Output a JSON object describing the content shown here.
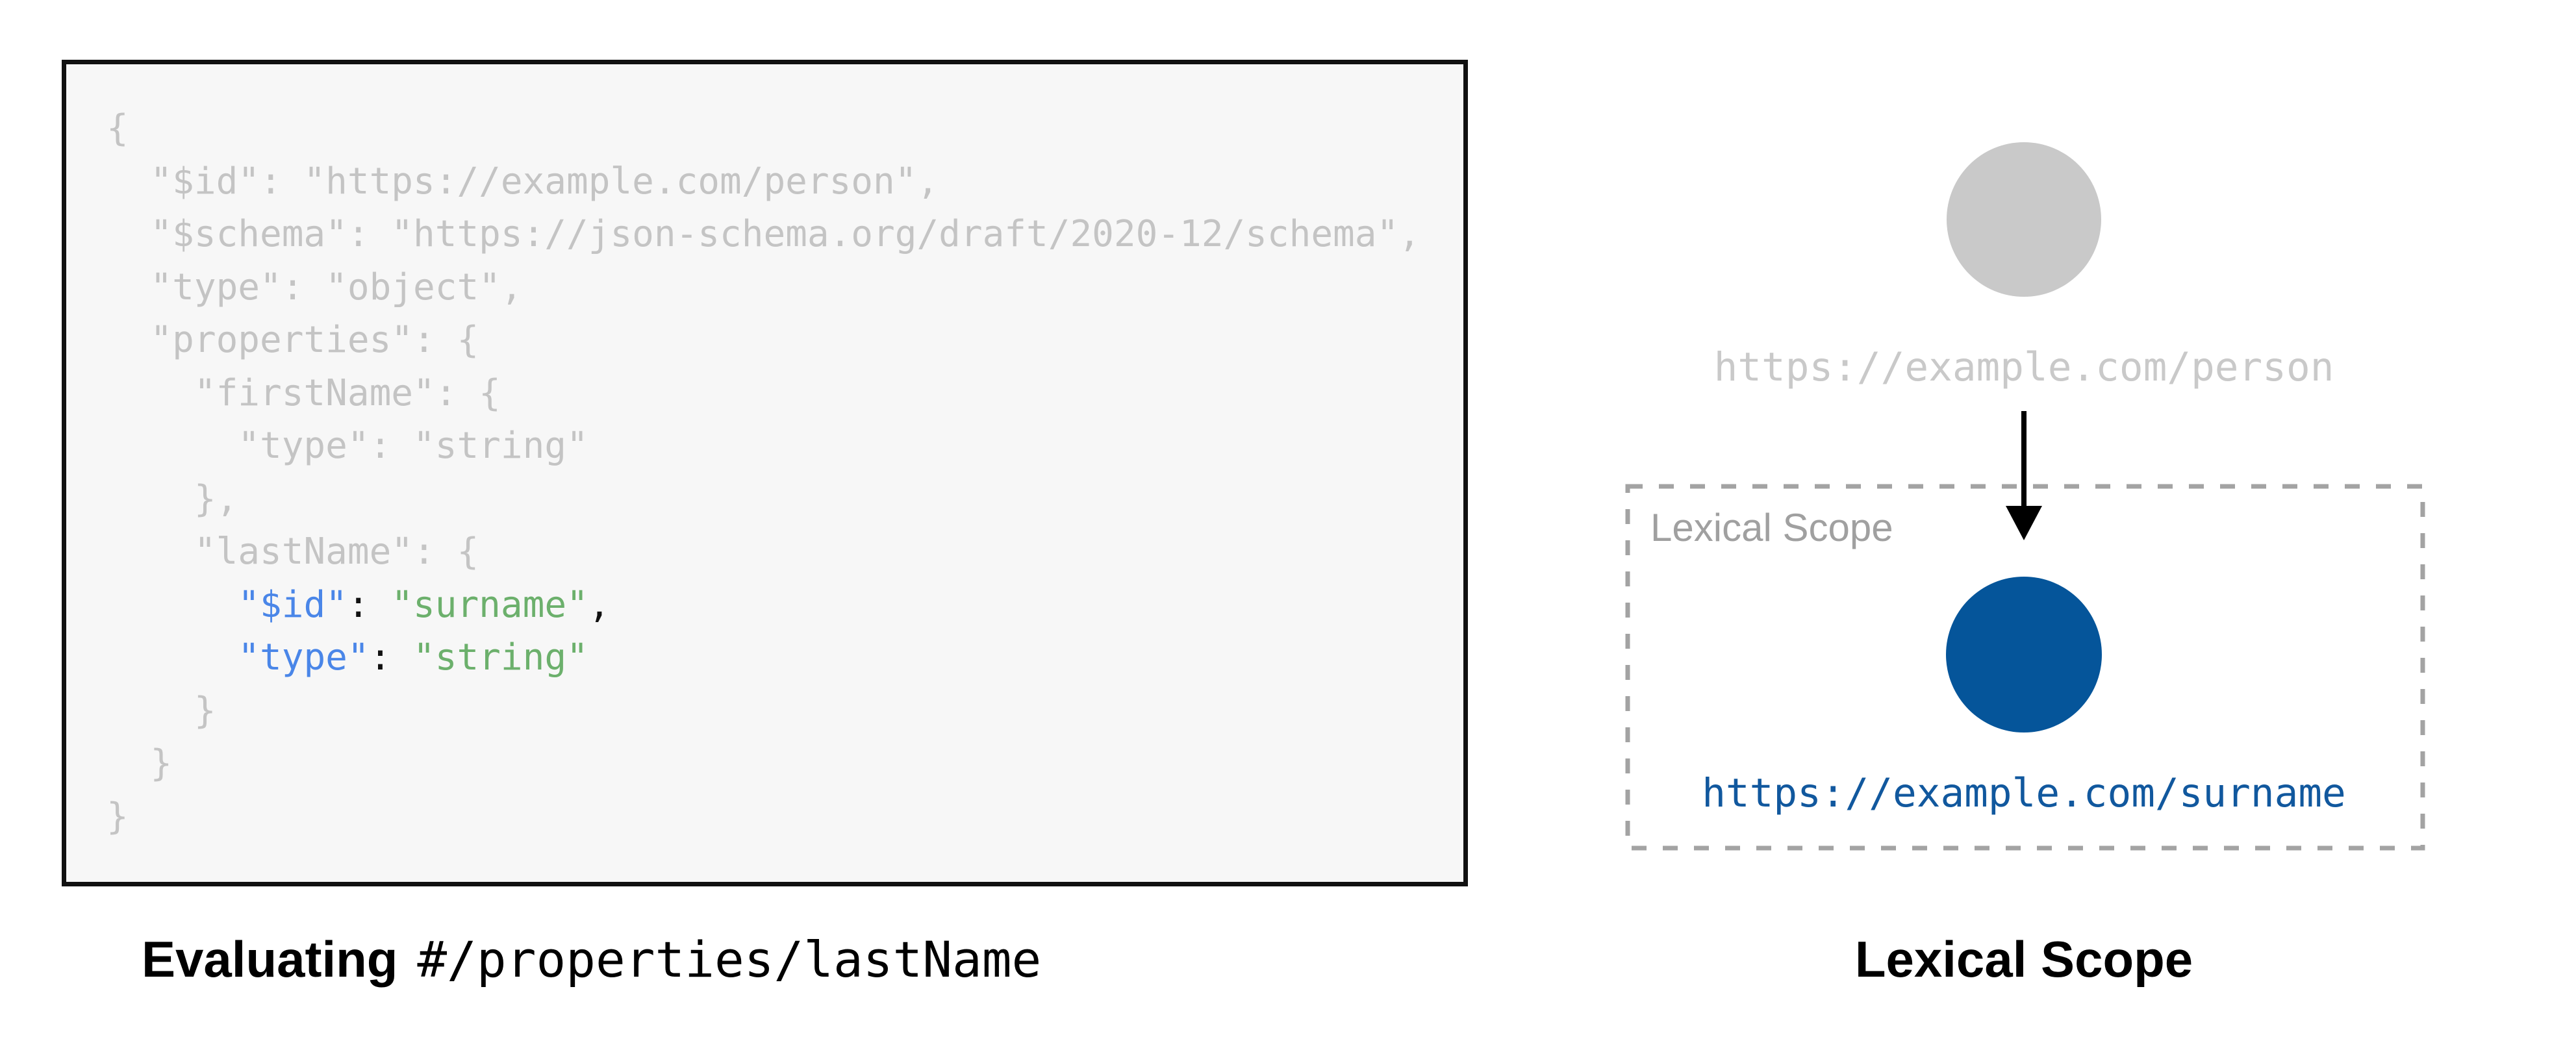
{
  "colors": {
    "node_blue": "#05559a",
    "uri_blue": "#11589e",
    "code_key_blue": "#4a86e8",
    "code_string_green": "#6cb06c",
    "muted_code_gray": "#c4c4c4",
    "scope_border_gray": "#a3a3a3",
    "scope_label_gray": "#a0a0a0",
    "gray_node": "#c9c9c9",
    "code_box_background": "#f7f7f7"
  },
  "left_panel": {
    "code_lines": [
      [
        {
          "t": "{",
          "c": "m"
        }
      ],
      [
        {
          "t": "  \"$id\": \"https://example.com/person\",",
          "c": "m"
        }
      ],
      [
        {
          "t": "  \"$schema\": \"https://json-schema.org/draft/2020-12/schema\",",
          "c": "m"
        }
      ],
      [
        {
          "t": "  \"type\": \"object\",",
          "c": "m"
        }
      ],
      [
        {
          "t": "  \"properties\": {",
          "c": "m"
        }
      ],
      [
        {
          "t": "    \"firstName\": {",
          "c": "m"
        }
      ],
      [
        {
          "t": "      \"type\": \"string\"",
          "c": "m"
        }
      ],
      [
        {
          "t": "    },",
          "c": "m"
        }
      ],
      [
        {
          "t": "    \"lastName\": {",
          "c": "m"
        }
      ],
      [
        {
          "t": "      ",
          "c": "m"
        },
        {
          "t": "\"$id\"",
          "c": "k"
        },
        {
          "t": ": ",
          "c": "p"
        },
        {
          "t": "\"surname\"",
          "c": "s"
        },
        {
          "t": ",",
          "c": "p"
        }
      ],
      [
        {
          "t": "      ",
          "c": "m"
        },
        {
          "t": "\"type\"",
          "c": "k"
        },
        {
          "t": ": ",
          "c": "p"
        },
        {
          "t": "\"string\"",
          "c": "s"
        }
      ],
      [
        {
          "t": "    }",
          "c": "m"
        }
      ],
      [
        {
          "t": "  }",
          "c": "m"
        }
      ],
      [
        {
          "t": "}",
          "c": "m"
        }
      ]
    ],
    "caption": {
      "bold": "Evaluating",
      "path": "#/properties/lastName"
    }
  },
  "right_panel": {
    "parent_uri": "https://example.com/person",
    "scope_box_label": "Lexical Scope",
    "child_uri": "https://example.com/surname",
    "caption": "Lexical Scope"
  }
}
